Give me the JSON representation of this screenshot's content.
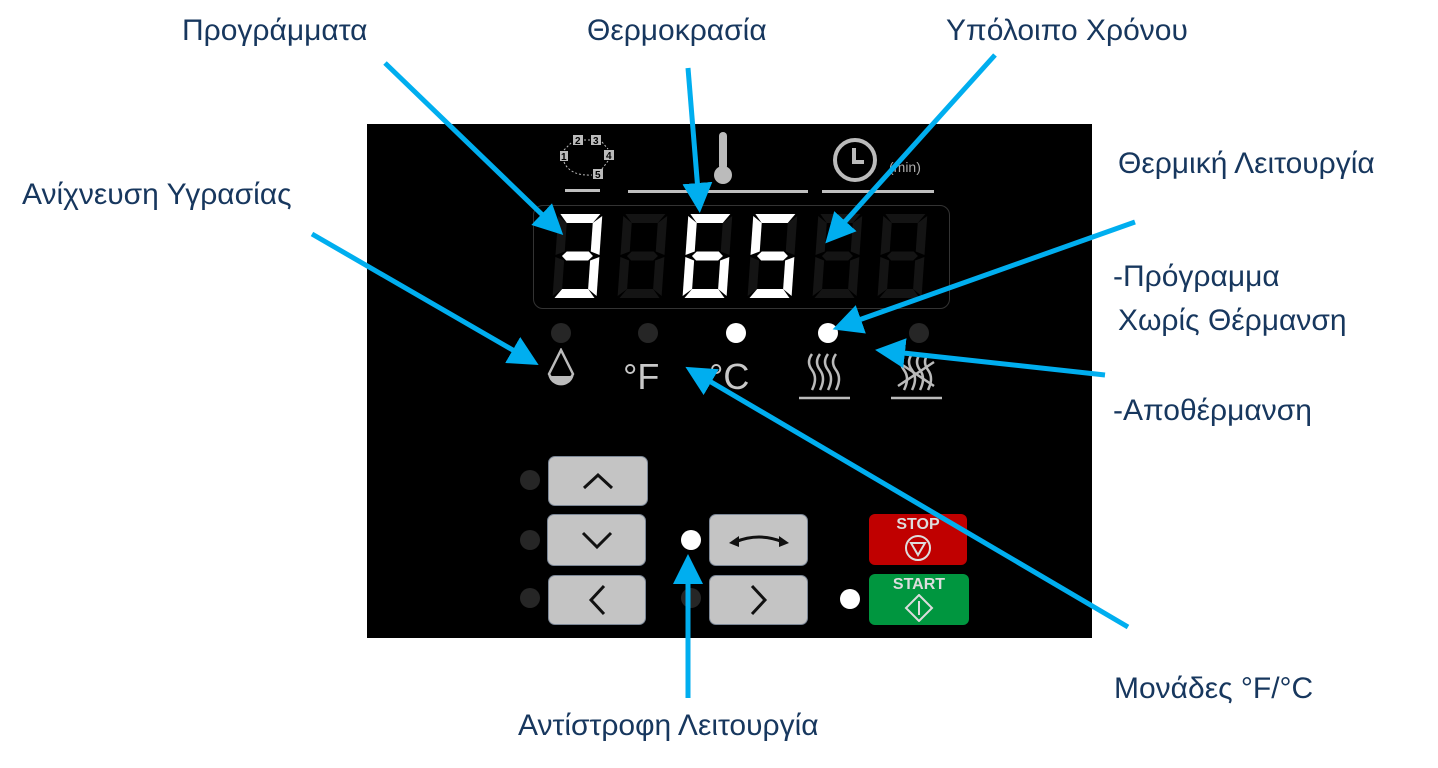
{
  "labels": {
    "programs": "Προγράμματα",
    "temperature": "Θερμοκρασία",
    "remaining_time": "Υπόλοιπο Χρόνου",
    "humidity_detection": "Ανίχνευση Υγρασίας",
    "heat_function": "Θερμική Λειτουργία",
    "no_heat_program_1": "-Πρόγραμμα",
    "no_heat_program_2": "Χωρίς Θέρμανση",
    "cooldown": "-Αποθέρμανση",
    "units": "Μονάδες °F/°C",
    "reverse": "Αντίστροφη Λειτουργία"
  },
  "panel": {
    "program_numbers": [
      "1",
      "2",
      "3",
      "4",
      "5"
    ],
    "time_unit": "(min)",
    "display_digits": [
      "3",
      " ",
      "6",
      "5",
      " ",
      " "
    ],
    "unit_f": "°F",
    "unit_c": "°C",
    "indicators": {
      "humidity": false,
      "fahrenheit": false,
      "celsius": true,
      "heat": true,
      "cooldown": false
    },
    "stop_label": "STOP",
    "start_label": "START",
    "reverse_led": true,
    "start_led": true
  },
  "colors": {
    "arrow": "#00AEEF",
    "stop": "#C00000",
    "start": "#00963F",
    "label": "#17375E"
  }
}
